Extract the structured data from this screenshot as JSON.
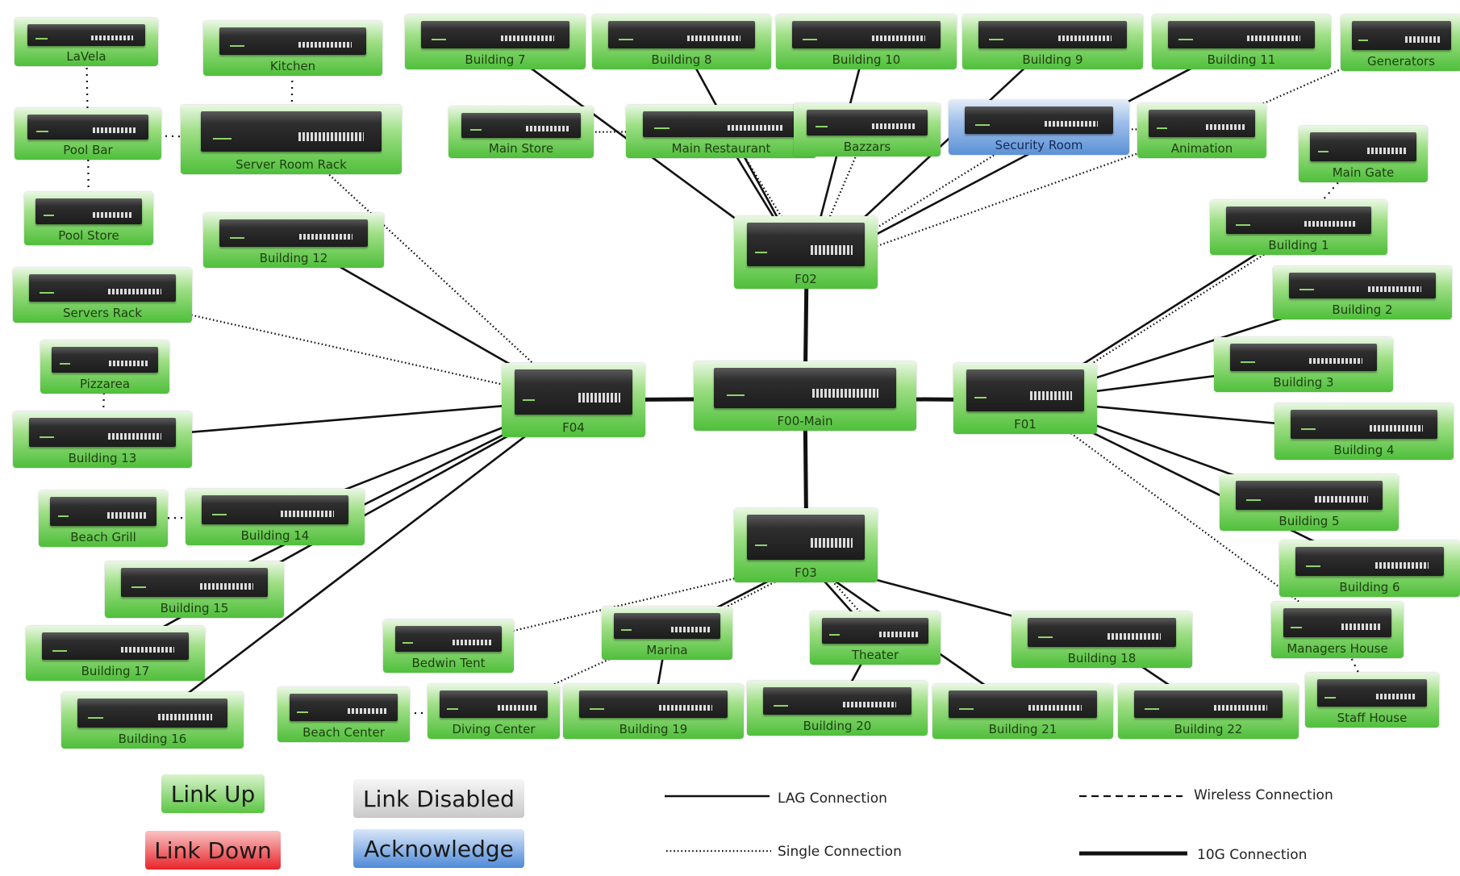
{
  "nodes": [
    {
      "id": "lavela",
      "label": "LaVela",
      "status": "up"
    },
    {
      "id": "kitchen",
      "label": "Kitchen",
      "status": "up"
    },
    {
      "id": "building7",
      "label": "Building 7",
      "status": "up"
    },
    {
      "id": "building8",
      "label": "Building 8",
      "status": "up"
    },
    {
      "id": "building10",
      "label": "Building 10",
      "status": "up"
    },
    {
      "id": "building9",
      "label": "Building 9",
      "status": "up"
    },
    {
      "id": "building11",
      "label": "Building 11",
      "status": "up"
    },
    {
      "id": "generators",
      "label": "Generators",
      "status": "up"
    },
    {
      "id": "poolbar",
      "label": "Pool Bar",
      "status": "up"
    },
    {
      "id": "serverroom",
      "label": "Server Room Rack",
      "status": "up"
    },
    {
      "id": "mainstore",
      "label": "Main Store",
      "status": "up"
    },
    {
      "id": "mainrest",
      "label": "Main Restaurant",
      "status": "up"
    },
    {
      "id": "bazzars",
      "label": "Bazzars",
      "status": "up"
    },
    {
      "id": "security",
      "label": "Security Room",
      "status": "ack"
    },
    {
      "id": "animation",
      "label": "Animation",
      "status": "up"
    },
    {
      "id": "maingate",
      "label": "Main Gate",
      "status": "up"
    },
    {
      "id": "poolstore",
      "label": "Pool Store",
      "status": "up"
    },
    {
      "id": "building12",
      "label": "Building 12",
      "status": "up"
    },
    {
      "id": "f02",
      "label": "F02",
      "status": "up"
    },
    {
      "id": "building1",
      "label": "Building 1",
      "status": "up"
    },
    {
      "id": "serversrack",
      "label": "Servers Rack",
      "status": "up"
    },
    {
      "id": "building2",
      "label": "Building 2",
      "status": "up"
    },
    {
      "id": "pizzarea",
      "label": "Pizzarea",
      "status": "up"
    },
    {
      "id": "f04",
      "label": "F04",
      "status": "up"
    },
    {
      "id": "f00",
      "label": "F00-Main",
      "status": "up"
    },
    {
      "id": "f01",
      "label": "F01",
      "status": "up"
    },
    {
      "id": "building3",
      "label": "Building 3",
      "status": "up"
    },
    {
      "id": "building13",
      "label": "Building 13",
      "status": "up"
    },
    {
      "id": "building4",
      "label": "Building 4",
      "status": "up"
    },
    {
      "id": "beachgrill",
      "label": "Beach Grill",
      "status": "up"
    },
    {
      "id": "building14",
      "label": "Building 14",
      "status": "up"
    },
    {
      "id": "f03",
      "label": "F03",
      "status": "up"
    },
    {
      "id": "building5",
      "label": "Building 5",
      "status": "up"
    },
    {
      "id": "building15",
      "label": "Building 15",
      "status": "up"
    },
    {
      "id": "building6",
      "label": "Building 6",
      "status": "up"
    },
    {
      "id": "managers",
      "label": "Managers House",
      "status": "up"
    },
    {
      "id": "bedwin",
      "label": "Bedwin Tent",
      "status": "up"
    },
    {
      "id": "marina",
      "label": "Marina",
      "status": "up"
    },
    {
      "id": "theater",
      "label": "Theater",
      "status": "up"
    },
    {
      "id": "building18",
      "label": "Building 18",
      "status": "up"
    },
    {
      "id": "building17",
      "label": "Building 17",
      "status": "up"
    },
    {
      "id": "building16",
      "label": "Building 16",
      "status": "up"
    },
    {
      "id": "beachcenter",
      "label": "Beach Center",
      "status": "up"
    },
    {
      "id": "diving",
      "label": "Diving Center",
      "status": "up"
    },
    {
      "id": "building19",
      "label": "Building 19",
      "status": "up"
    },
    {
      "id": "building20",
      "label": "Building 20",
      "status": "up"
    },
    {
      "id": "building21",
      "label": "Building 21",
      "status": "up"
    },
    {
      "id": "building22",
      "label": "Building 22",
      "status": "up"
    },
    {
      "id": "staffhouse",
      "label": "Staff House",
      "status": "up"
    }
  ],
  "links": [
    {
      "from": "f00",
      "to": "f02",
      "type": "10g"
    },
    {
      "from": "f00",
      "to": "f04",
      "type": "10g"
    },
    {
      "from": "f00",
      "to": "f01",
      "type": "10g"
    },
    {
      "from": "f00",
      "to": "f03",
      "type": "10g"
    },
    {
      "from": "f02",
      "to": "building7",
      "type": "lag"
    },
    {
      "from": "f02",
      "to": "building8",
      "type": "lag"
    },
    {
      "from": "f02",
      "to": "building10",
      "type": "lag"
    },
    {
      "from": "f02",
      "to": "building9",
      "type": "lag"
    },
    {
      "from": "f02",
      "to": "building11",
      "type": "lag"
    },
    {
      "from": "f02",
      "to": "mainrest",
      "type": "lag"
    },
    {
      "from": "f02",
      "to": "mainrest",
      "type": "single"
    },
    {
      "from": "f02",
      "to": "bazzars",
      "type": "single"
    },
    {
      "from": "f02",
      "to": "security",
      "type": "single"
    },
    {
      "from": "f02",
      "to": "animation",
      "type": "single"
    },
    {
      "from": "mainstore",
      "to": "mainrest",
      "type": "single"
    },
    {
      "from": "security",
      "to": "animation",
      "type": "single"
    },
    {
      "from": "animation",
      "to": "generators",
      "type": "single"
    },
    {
      "from": "lavela",
      "to": "poolbar",
      "type": "wireless"
    },
    {
      "from": "kitchen",
      "to": "serverroom",
      "type": "wireless"
    },
    {
      "from": "poolbar",
      "to": "serverroom",
      "type": "wireless"
    },
    {
      "from": "poolbar",
      "to": "poolstore",
      "type": "wireless"
    },
    {
      "from": "serverroom",
      "to": "f04",
      "type": "single"
    },
    {
      "from": "f04",
      "to": "building12",
      "type": "lag"
    },
    {
      "from": "f04",
      "to": "serversrack",
      "type": "single"
    },
    {
      "from": "f04",
      "to": "building13",
      "type": "lag"
    },
    {
      "from": "f04",
      "to": "building14",
      "type": "lag"
    },
    {
      "from": "f04",
      "to": "building15",
      "type": "lag"
    },
    {
      "from": "f04",
      "to": "building17",
      "type": "lag"
    },
    {
      "from": "f04",
      "to": "building16",
      "type": "lag"
    },
    {
      "from": "pizzarea",
      "to": "building13",
      "type": "wireless"
    },
    {
      "from": "beachgrill",
      "to": "building14",
      "type": "wireless"
    },
    {
      "from": "f01",
      "to": "building1",
      "type": "lag"
    },
    {
      "from": "f01",
      "to": "building1",
      "type": "single"
    },
    {
      "from": "f01",
      "to": "building2",
      "type": "lag"
    },
    {
      "from": "f01",
      "to": "building3",
      "type": "lag"
    },
    {
      "from": "f01",
      "to": "building4",
      "type": "lag"
    },
    {
      "from": "f01",
      "to": "building5",
      "type": "lag"
    },
    {
      "from": "f01",
      "to": "building6",
      "type": "lag"
    },
    {
      "from": "f01",
      "to": "managers",
      "type": "single"
    },
    {
      "from": "building1",
      "to": "maingate",
      "type": "wireless"
    },
    {
      "from": "managers",
      "to": "staffhouse",
      "type": "wireless"
    },
    {
      "from": "f03",
      "to": "bedwin",
      "type": "single"
    },
    {
      "from": "f03",
      "to": "marina",
      "type": "lag"
    },
    {
      "from": "f03",
      "to": "marina",
      "type": "single"
    },
    {
      "from": "f03",
      "to": "theater",
      "type": "lag"
    },
    {
      "from": "f03",
      "to": "theater",
      "type": "single"
    },
    {
      "from": "f03",
      "to": "building18",
      "type": "lag"
    },
    {
      "from": "f03",
      "to": "building21",
      "type": "lag"
    },
    {
      "from": "marina",
      "to": "building19",
      "type": "lag"
    },
    {
      "from": "marina",
      "to": "diving",
      "type": "single"
    },
    {
      "from": "diving",
      "to": "beachcenter",
      "type": "wireless"
    },
    {
      "from": "theater",
      "to": "building20",
      "type": "lag"
    },
    {
      "from": "building18",
      "to": "building22",
      "type": "lag"
    }
  ],
  "legend": {
    "status": {
      "up": "Link Up",
      "down": "Link Down",
      "disabled": "Link Disabled",
      "ack": "Acknowledge"
    },
    "lines": {
      "lag": "LAG Connection",
      "single": "Single Connection",
      "wireless": "Wireless Connection",
      "ten_g": "10G Connection"
    }
  },
  "colors": {
    "link_up": "#5cc544",
    "link_down": "#e8242a",
    "link_disabled": "#c9c9c9",
    "acknowledge": "#4e8ad8",
    "line": "#111111"
  }
}
